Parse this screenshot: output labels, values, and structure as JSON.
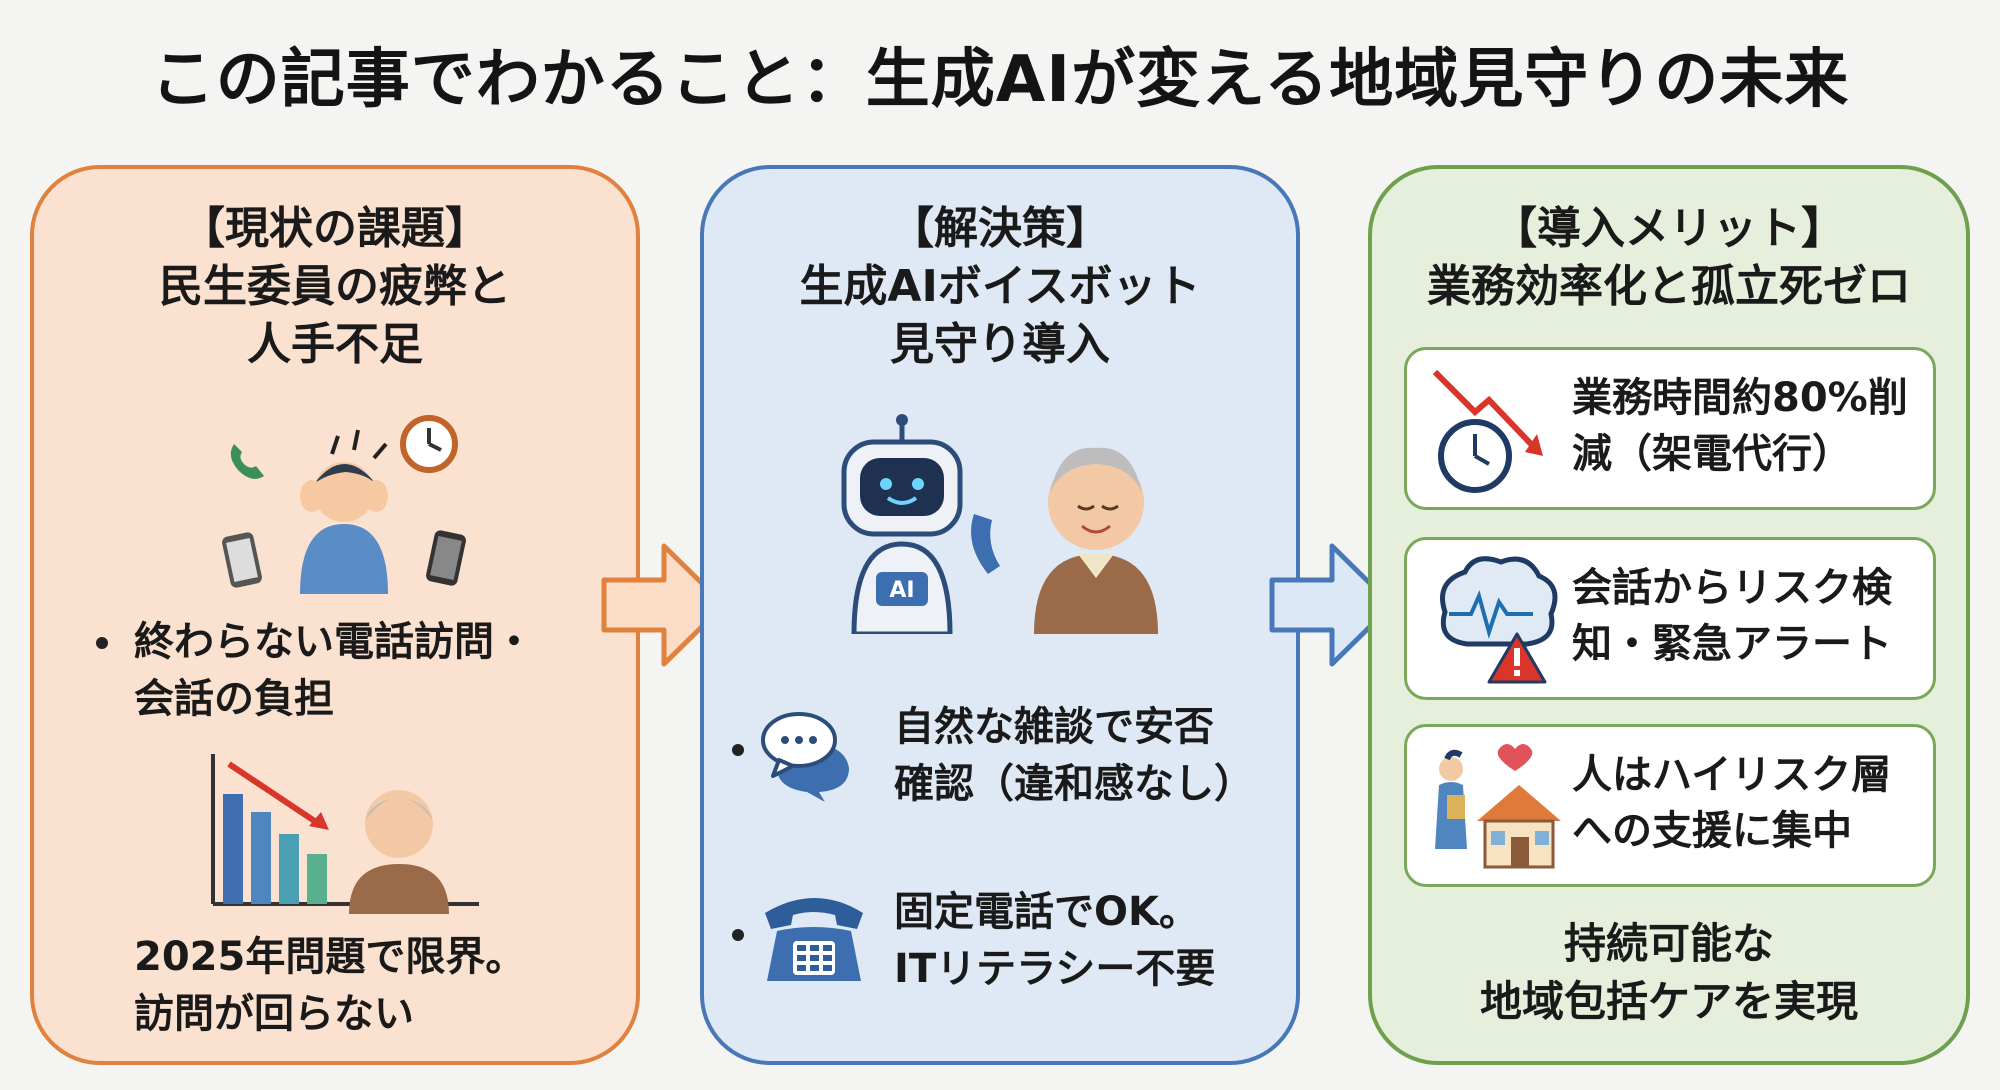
{
  "title": "この記事でわかること：生成AIが変える地域見守りの未来",
  "panels": {
    "problem": {
      "bracket": "【現状の課題】",
      "heading_line1": "民生委員の疲弊と",
      "heading_line2": "人手不足",
      "bullet1_line1": "終わらない電話訪問・",
      "bullet1_line2": "会話の負担",
      "text2_line1": "2025年問題で限界。",
      "text2_line2": "訪問が回らない",
      "icons": [
        "stressed-person-icon",
        "phone-icon",
        "clock-icon",
        "smartphone-icon",
        "declining-bar-chart-icon",
        "elderly-person-icon"
      ]
    },
    "solution": {
      "bracket": "【解決策】",
      "heading_line1": "生成AIボイスボット",
      "heading_line2": "見守り導入",
      "robot_badge": "AI",
      "bullet1_line1": "自然な雑談で安否",
      "bullet1_line2": "確認（違和感なし）",
      "bullet2_line1": "固定電話でOK。",
      "bullet2_line2": "ITリテラシー不要",
      "icons": [
        "robot-icon",
        "elderly-man-icon",
        "speech-bubbles-icon",
        "landline-phone-icon"
      ]
    },
    "benefit": {
      "bracket": "【導入メリット】",
      "heading": "業務効率化と孤立死ゼロ",
      "cards": [
        {
          "line1": "業務時間約80%削",
          "line2": "減（架電代行）",
          "icon": "clock-decline-icon"
        },
        {
          "line1": "会話からリスク検",
          "line2": "知・緊急アラート",
          "icon": "brain-alert-icon"
        },
        {
          "line1": "人はハイリスク層",
          "line2": "への支援に集中",
          "icon": "caregiver-house-icon"
        }
      ],
      "footer_line1": "持続可能な",
      "footer_line2": "地域包括ケアを実現"
    }
  },
  "colors": {
    "problem_border": "#e0823d",
    "problem_fill": "#fbe1cf",
    "solution_border": "#4878b8",
    "solution_fill": "#dfe9f5",
    "benefit_border": "#6fa04d",
    "benefit_fill": "#e6efdb"
  }
}
